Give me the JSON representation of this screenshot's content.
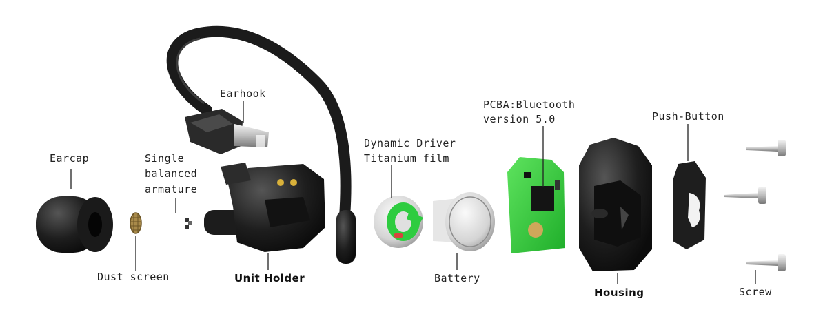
{
  "labels": {
    "earcap": "Earcap",
    "armature_line1": "Single",
    "armature_line2": "balanced",
    "armature_line3": "armature",
    "earhook": "Earhook",
    "dust_screen": "Dust screen",
    "unit_holder": "Unit Holder",
    "driver_line1": "Dynamic Driver",
    "driver_line2": "Titanium film",
    "battery": "Battery",
    "pcba_line1": "PCBA:Bluetooth",
    "pcba_line2": "version 5.0",
    "push_button": "Push-Button",
    "housing": "Housing",
    "screw": "Screw"
  },
  "colors": {
    "background": "#ffffff",
    "text": "#222222",
    "part_body": "#1e1e1e",
    "pcb_green": "#2ecc40",
    "contact_gold": "#d9b13a"
  }
}
